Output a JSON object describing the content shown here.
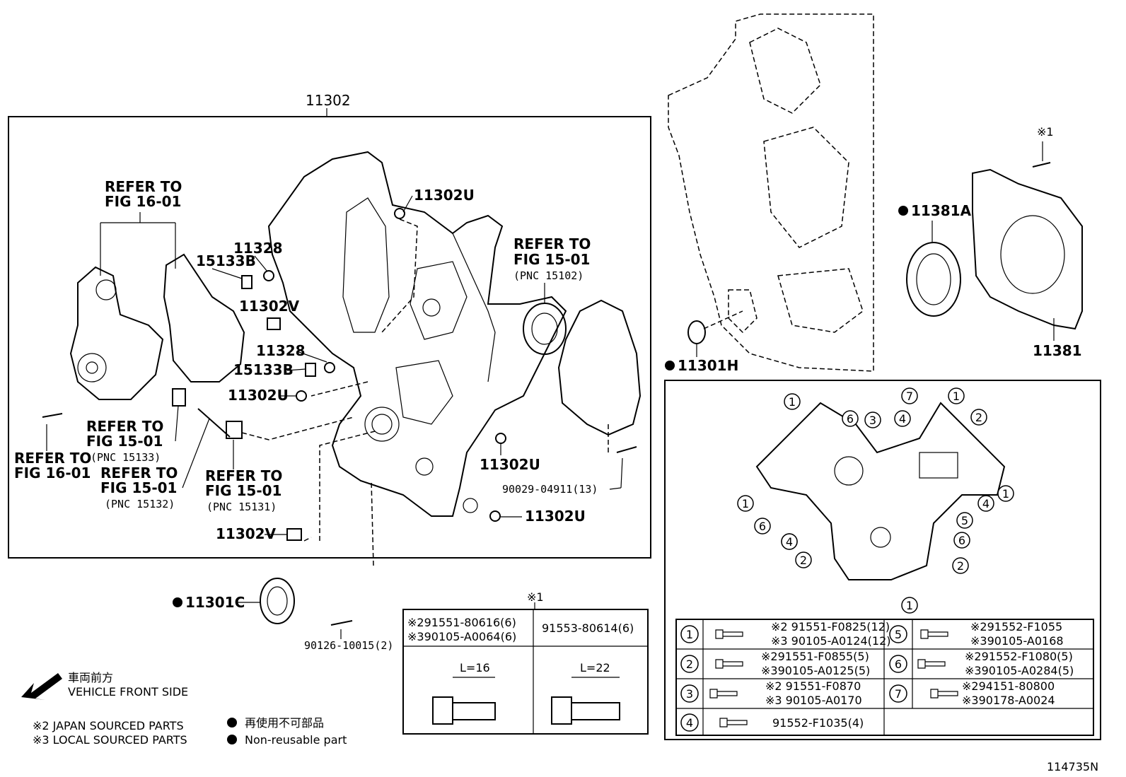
{
  "labels": {
    "assembly": "11302",
    "refer_16_01_top": "REFER TO",
    "refer_16_01_top_fig": "FIG 16-01",
    "p11302u_a": "11302U",
    "p11328_a": "11328",
    "p15133b_a": "15133B",
    "p11302v_a": "11302V",
    "p11328_b": "11328",
    "p15133b_b": "15133B",
    "p11302u_b": "11302U",
    "p11302u_c": "11302U",
    "p11302u_d": "11302U",
    "p11302v_b": "11302V",
    "refer_15_01_pump": "REFER TO",
    "refer_15_01_pump_fig": "FIG 15-01",
    "refer_15_01_pump_pnc": "(PNC 15102)",
    "refer_15133": "REFER TO",
    "refer_15133_fig": "FIG 15-01",
    "refer_15133_pnc": "(PNC 15133)",
    "refer_16_01_bot": "REFER TO",
    "refer_16_01_bot_fig": "FIG 16-01",
    "refer_15132": "REFER TO",
    "refer_15132_fig": "FIG 15-01",
    "refer_15132_pnc": "(PNC 15132)",
    "refer_15131": "REFER TO",
    "refer_15131_fig": "FIG 15-01",
    "refer_15131_pnc": "(PNC 15131)",
    "bolt_90029": "90029-04911(13)",
    "seal_11301c": "11301C",
    "stud_90126": "90126-10015(2)",
    "seal_11301h": "11301H",
    "seal_11381a": "11381A",
    "cover_11381": "11381",
    "note_x1_top": "※1",
    "note_x1_table": "※1"
  },
  "bolt_table_small": {
    "col1_line1": "※291551-80616(6)",
    "col1_line2": "※390105-A0064(6)",
    "col2": "91553-80614(6)",
    "len1": "L=16",
    "len2": "L=22"
  },
  "bolt_table_large": {
    "rows": [
      {
        "num": "1",
        "a": "※2 91551-F0825(12)",
        "b": "※3 90105-A0124(12)"
      },
      {
        "num": "2",
        "a": "※291551-F0855(5)",
        "b": "※390105-A0125(5)"
      },
      {
        "num": "3",
        "a": "※2 91551-F0870",
        "b": "※3 90105-A0170"
      },
      {
        "num": "4",
        "a": "91552-F1035(4)",
        "b": ""
      },
      {
        "num": "5",
        "a": "※291552-F1055",
        "b": "※390105-A0168"
      },
      {
        "num": "6",
        "a": "※291552-F1080(5)",
        "b": "※390105-A0284(5)"
      },
      {
        "num": "7",
        "a": "※294151-80800",
        "b": "※390178-A0024"
      }
    ]
  },
  "legend": {
    "front_jp": "車両前方",
    "front_en": "VEHICLE FRONT SIDE",
    "japan_parts": "※2 JAPAN SOURCED PARTS",
    "local_parts": "※3 LOCAL SOURCED PARTS",
    "nonreuse_jp": "再使用不可部品",
    "nonreuse_en": "Non-reusable part"
  },
  "figure_id": "114735N",
  "callouts": [
    "1",
    "1",
    "7",
    "1",
    "6",
    "3",
    "4",
    "2",
    "1",
    "6",
    "1",
    "4",
    "5",
    "6",
    "4",
    "2",
    "2",
    "1"
  ]
}
